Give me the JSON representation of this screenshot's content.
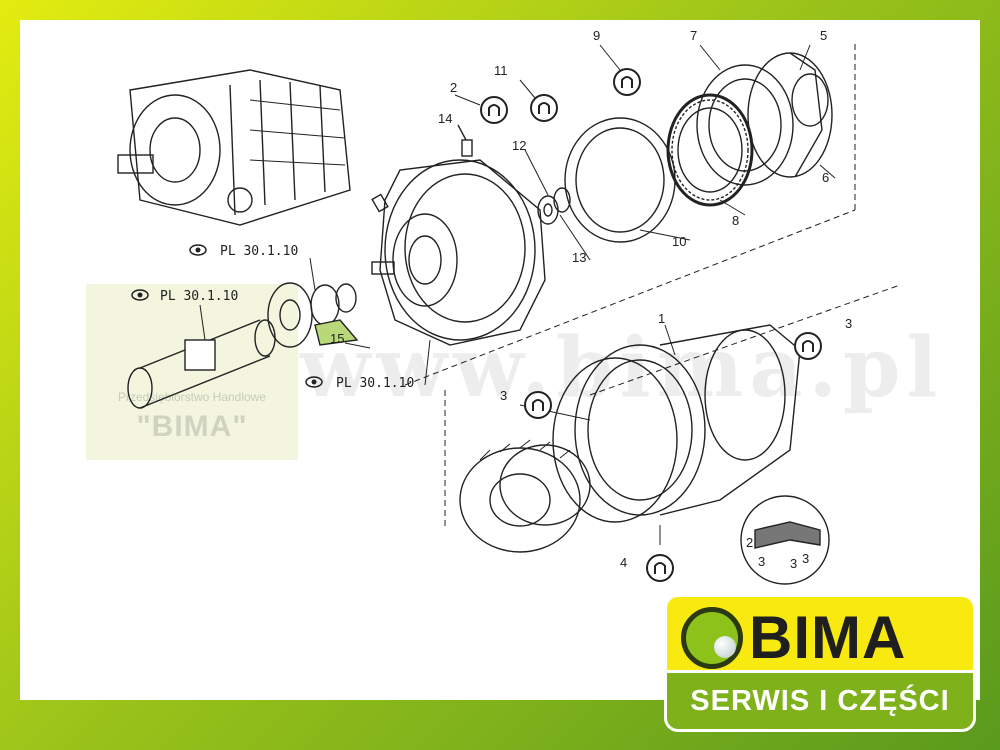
{
  "diagram": {
    "refs": {
      "top": "PL 30.1.10",
      "inset": "PL 30.1.10",
      "bottom": "PL 30.1.10"
    },
    "part_numbers": [
      "1",
      "2",
      "3",
      "3",
      "3",
      "4",
      "5",
      "6",
      "7",
      "8",
      "9",
      "10",
      "11",
      "12",
      "13",
      "14",
      "15"
    ],
    "detail_numbers": [
      "2",
      "3",
      "3"
    ]
  },
  "inset": {
    "company": "Przedsiębiorstwo Handlowe",
    "brand": "\"BIMA\""
  },
  "watermark": "www.bima.pl",
  "logo": {
    "name": "BIMA",
    "tagline": "SERWIS I CZĘŚCI"
  },
  "colors": {
    "frame_light": "#e3ec10",
    "frame_dark": "#5a9a1c",
    "logo_yellow": "#f8ea10",
    "logo_green": "#7fb11b",
    "highlight_part": "#b8d87a"
  },
  "icons": {
    "eye": "eye-reference-icon",
    "seal": "seal-marker-icon"
  }
}
